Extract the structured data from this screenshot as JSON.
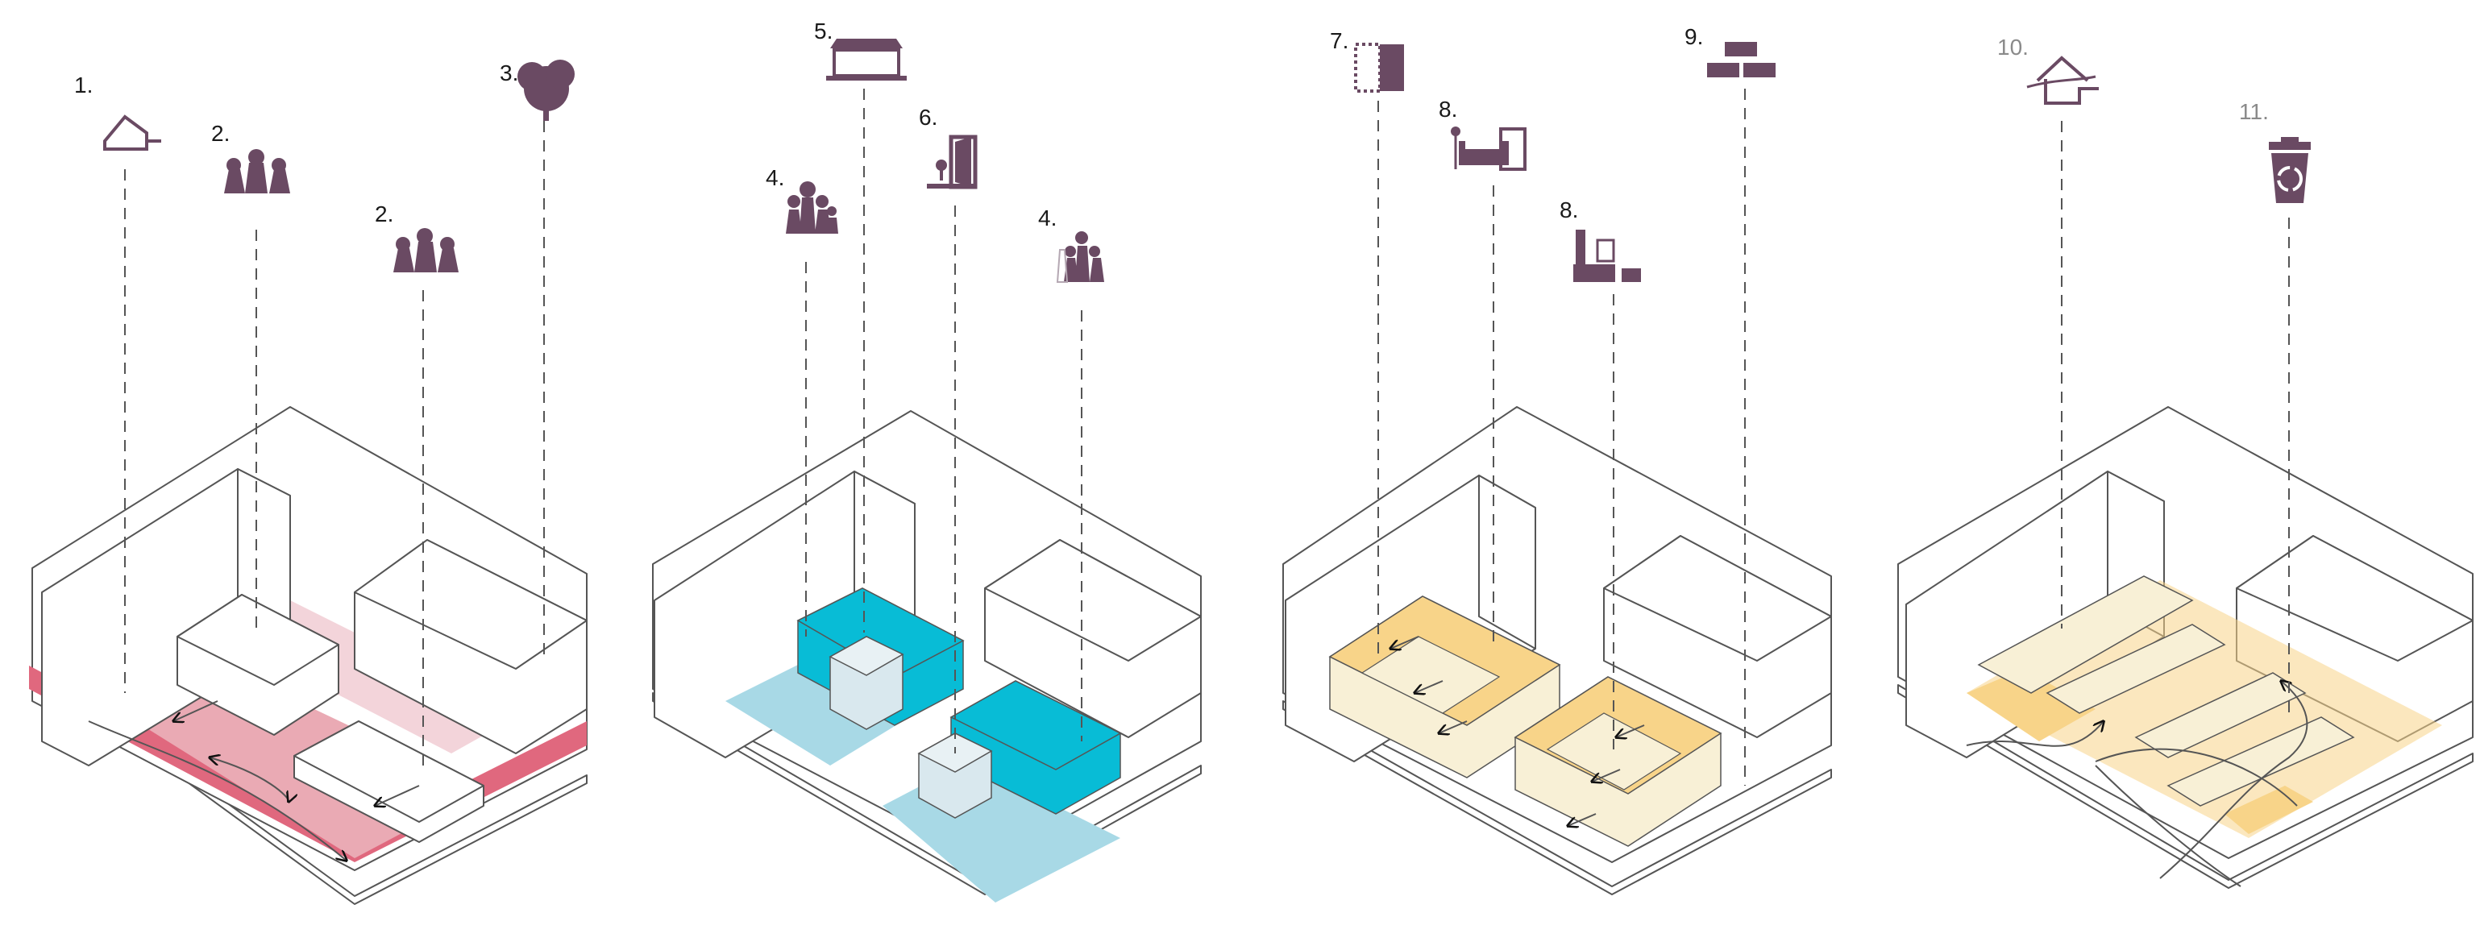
{
  "colors": {
    "icon": "#6a4a63",
    "pink_strip": "#e0687e",
    "pink_zone": "#eaaab4",
    "pink_light": "#f3d4da",
    "cyan": "#08bcd6",
    "cyan_light": "#a8d9e6",
    "pale_blue": "#d9e8ee",
    "yellow": "#f8d489",
    "cream": "#f8f0d6",
    "line": "#555555"
  },
  "panels": [
    {
      "id": "panel-1",
      "labels": [
        {
          "text": "1.",
          "icon": "house-icon"
        },
        {
          "text": "2.",
          "icon": "family-icon"
        },
        {
          "text": "2.",
          "icon": "family-icon"
        },
        {
          "text": "3.",
          "icon": "tree-icon"
        }
      ]
    },
    {
      "id": "panel-2",
      "labels": [
        {
          "text": "4.",
          "icon": "family-icon"
        },
        {
          "text": "5.",
          "icon": "pavilion-icon"
        },
        {
          "text": "6.",
          "icon": "door-icon"
        },
        {
          "text": "4.",
          "icon": "family-icon"
        }
      ]
    },
    {
      "id": "panel-3",
      "labels": [
        {
          "text": "7.",
          "icon": "wall-panel-icon"
        },
        {
          "text": "8.",
          "icon": "furniture-icon"
        },
        {
          "text": "8.",
          "icon": "furniture-icon"
        },
        {
          "text": "9.",
          "icon": "bricks-icon"
        }
      ]
    },
    {
      "id": "panel-4",
      "labels": [
        {
          "text": "10.",
          "icon": "green-roof-icon"
        },
        {
          "text": "11.",
          "icon": "recycle-bin-icon"
        }
      ]
    }
  ]
}
